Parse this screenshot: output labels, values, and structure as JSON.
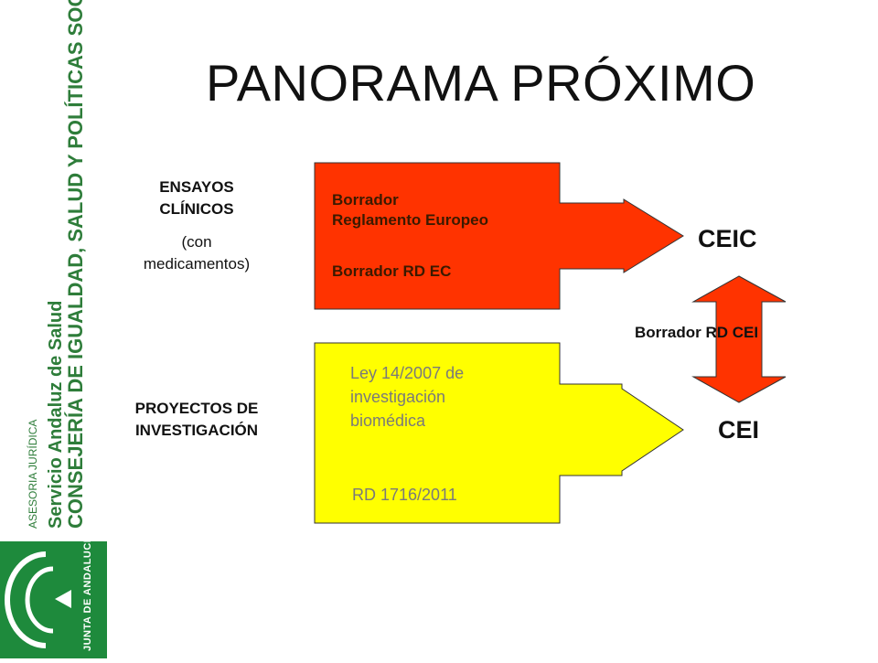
{
  "slide": {
    "title": "PANORAMA PRÓXIMO"
  },
  "rows": [
    {
      "category_lines": [
        "ENSAYOS",
        "CLÍNICOS"
      ],
      "category_sub_lines": [
        "(con",
        "medicamentos)"
      ],
      "documents": [
        "Borrador",
        "Reglamento Europeo",
        "Borrador RD EC"
      ],
      "target": "CEIC",
      "color": "#ff3300"
    },
    {
      "category_lines": [
        "PROYECTOS DE",
        "INVESTIGACIÓN"
      ],
      "documents": [
        "Ley 14/2007 de",
        "investigación",
        "biomédica",
        "RD 1716/2011"
      ],
      "target": "CEI",
      "color": "#ffff00"
    }
  ],
  "link": {
    "label": "Borrador RD CEI",
    "color": "#ff3300"
  },
  "branding": {
    "sidebar_lines": [
      "CONSEJERÍA DE IGUALDAD, SALUD Y POLÍTICAS SOCIALES",
      "Servicio Andaluz de Salud",
      "ASESORIA JURÍDICA"
    ],
    "logo_text": "JUNTA DE ANDALUCIA",
    "logo_color": "#1e8a3c",
    "text_color": "#2e7d3a"
  }
}
